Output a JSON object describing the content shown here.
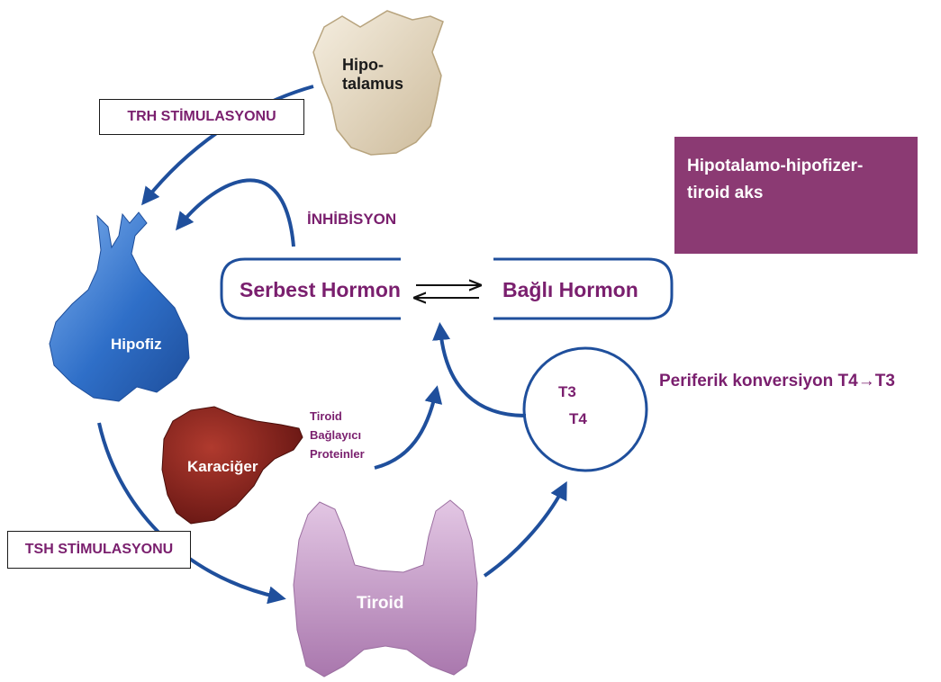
{
  "title": {
    "line1": "Hipotalamo-hipofizer-",
    "line2": "tiroid aks"
  },
  "organs": {
    "hypothalamus": {
      "line1": "Hipo-",
      "line2": "talamus"
    },
    "pituitary": "Hipofiz",
    "liver": "Karaciğer",
    "thyroid": "Tiroid"
  },
  "labels": {
    "trh": "TRH STİMULASYONU",
    "tsh": "TSH STİMULASYONU",
    "inhibition": "İNHİBİSYON",
    "free_hormone": "Serbest Hormon",
    "bound_hormone": "Bağlı Hormon",
    "binding_proteins": [
      "Tiroid",
      "Bağlayıcı",
      "Proteinler"
    ],
    "t3": "T3",
    "t4": "T4",
    "peripheral": "Periferik konversiyon T4→T3"
  },
  "colors": {
    "arrow": "#1f4f9c",
    "purple_text": "#7a1f6e",
    "title_bg": "#8b3a73",
    "hypothalamus": "#e8dcc6",
    "pituitary": "#2f6fc8",
    "liver": "#7e1a14",
    "thyroid": "#c79bc9"
  }
}
